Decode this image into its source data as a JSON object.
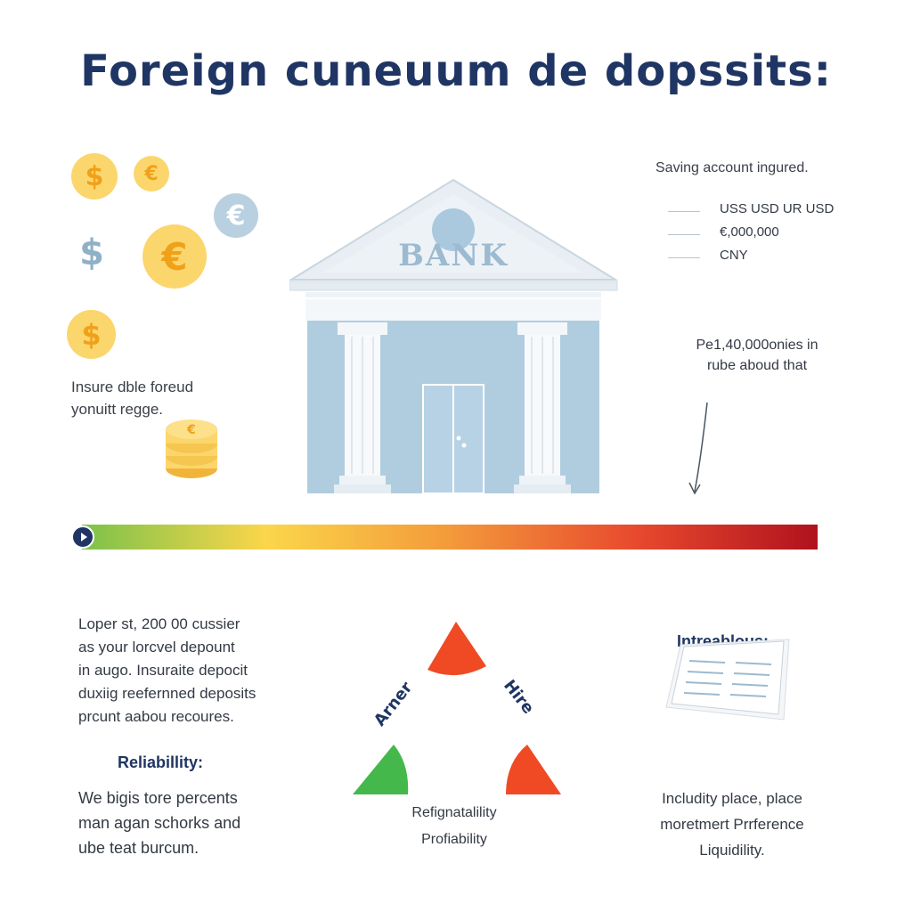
{
  "title": "Foreign cuneuum de dopssits:",
  "coins": {
    "dollar_symbol": "$",
    "euro_symbol": "€"
  },
  "left_note": [
    "Insure dble foreud",
    "yonuitt regge."
  ],
  "bank": {
    "label": "BANK"
  },
  "right_top": {
    "heading": "Saving account ingured.",
    "currencies": [
      "USS USD UR USD",
      "€,000,000",
      "CNY"
    ]
  },
  "right_note": [
    "Pe1,40,000onies in",
    "rube aboud that"
  ],
  "risk_bar": {
    "colors": [
      "#7cc24a",
      "#fbd64a",
      "#f39a3a",
      "#e84a2e",
      "#b0121e"
    ]
  },
  "bottom_left": {
    "paragraph": [
      "Loper st, 200 00 cussier",
      "as your lorcvel depount",
      "in augo. Insuraite depocit",
      "duxiig reefernned deposits",
      "prcunt aabou recoures."
    ],
    "heading": "Reliabillity:",
    "body": [
      "We bigis tore percents",
      "man agan schorks and",
      "ube teat burcum."
    ]
  },
  "triangle": {
    "label_left": "Arner",
    "label_right": "Hire",
    "caption_1": "Refignatalility",
    "caption_2": "Profiability",
    "colors": {
      "top": "#f04a24",
      "left": "#44b84a",
      "right": "#f04a24"
    }
  },
  "bottom_right": {
    "heading": "Intreablous:",
    "body": [
      "Includity place, place",
      "moretmert Prrference",
      "Liquidility."
    ]
  }
}
